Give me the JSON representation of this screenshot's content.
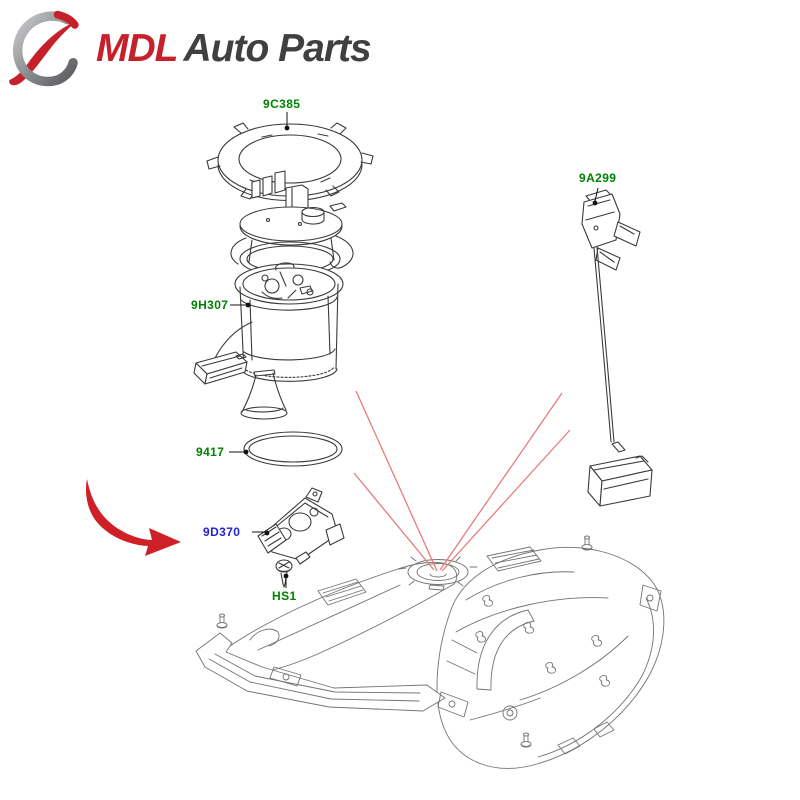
{
  "logo": {
    "mdl": "MDL",
    "rest": "Auto Parts"
  },
  "diagram": {
    "labels": [
      {
        "id": "9C385",
        "color": "#008200"
      },
      {
        "id": "9A299",
        "color": "#008200"
      },
      {
        "id": "9H307",
        "color": "#008200"
      },
      {
        "id": "9417",
        "color": "#008200"
      },
      {
        "id": "9D370",
        "color": "#2323cd"
      },
      {
        "id": "HS1",
        "color": "#008200"
      }
    ],
    "colors": {
      "label_green": "#008200",
      "label_blue": "#2323cd",
      "leader_line": "#111111",
      "red_pointer_lines": "#e87b7b",
      "red_arrow": "#cf2027",
      "part_line_art": "#3a3a3a",
      "tank_line_art": "#737373",
      "logo_red": "#c6202a",
      "logo_dark": "#3f4041"
    }
  }
}
